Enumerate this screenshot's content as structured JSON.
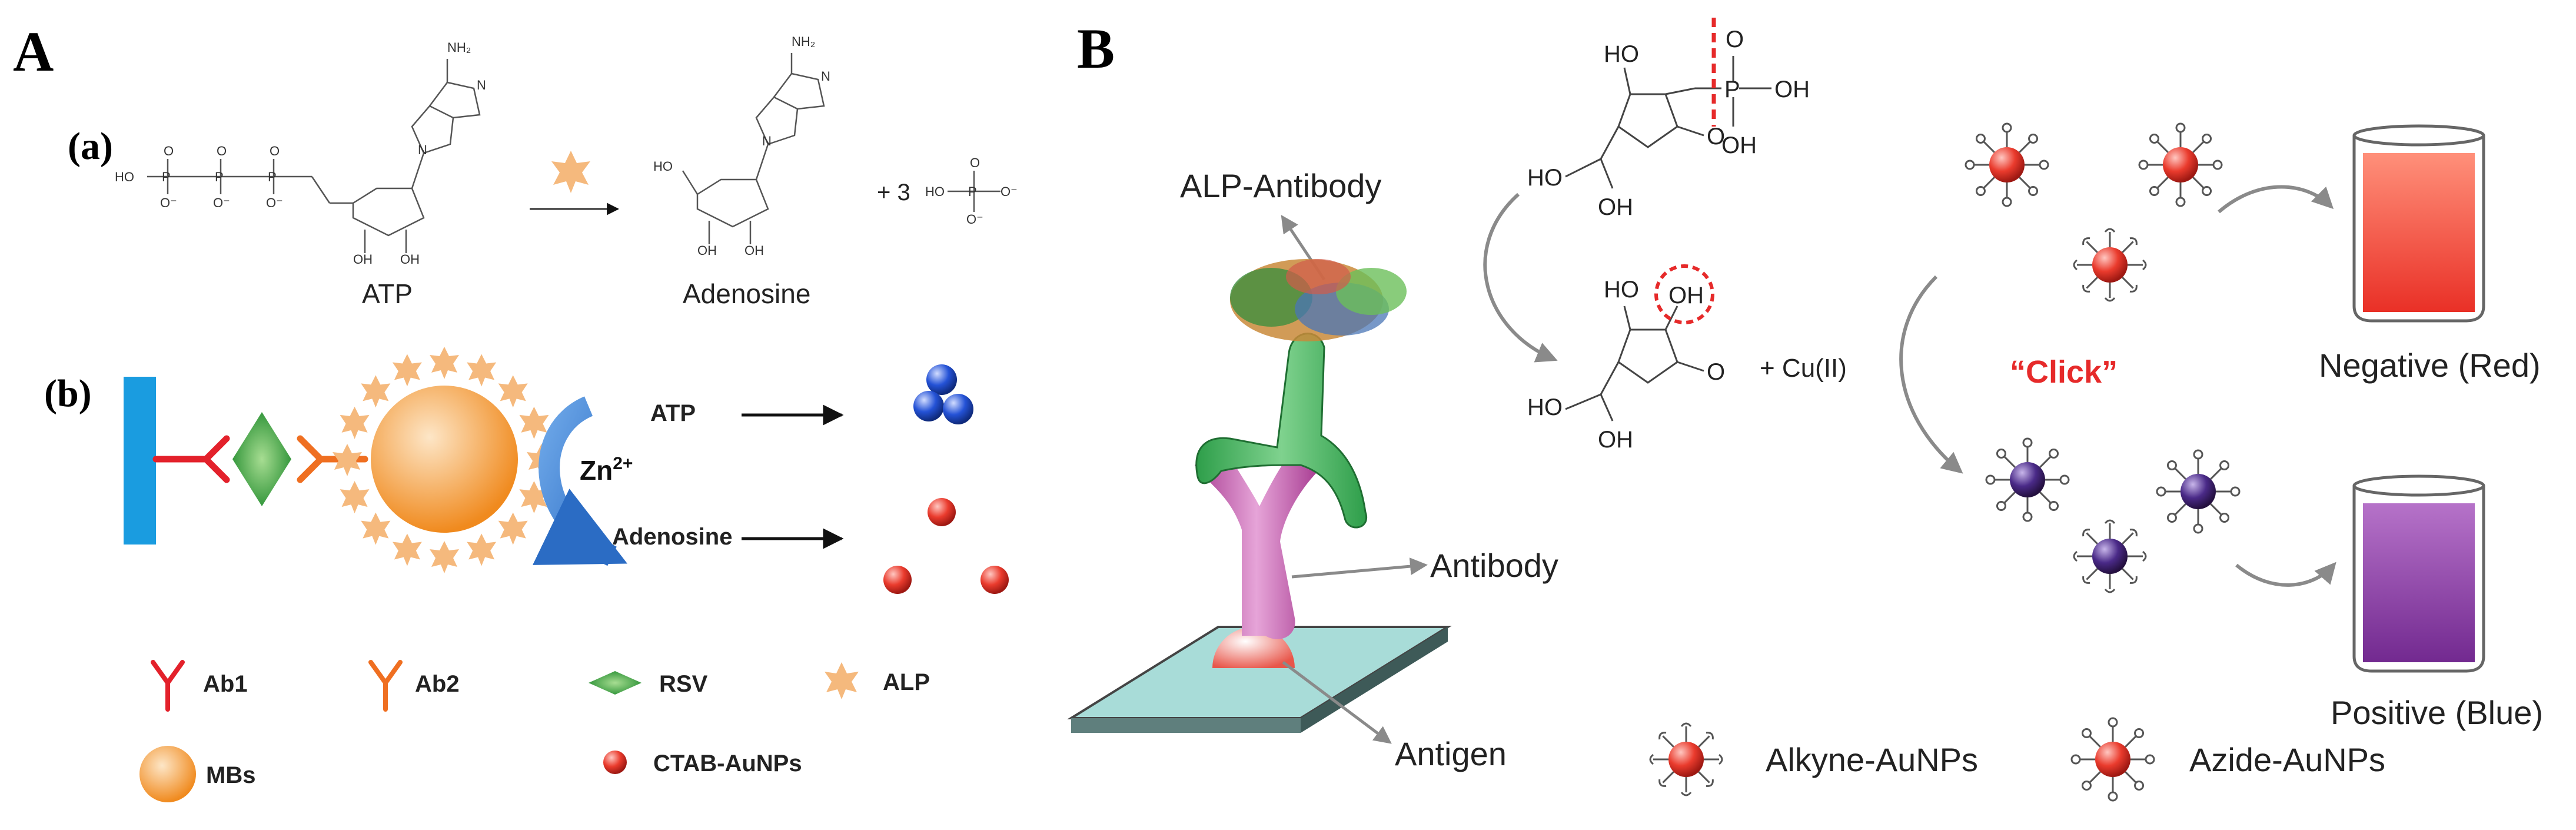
{
  "panel_a": {
    "label": "A",
    "sub_a": {
      "label": "(a)",
      "reactant": "ATP",
      "product": "Adenosine",
      "byproduct_prefix": "+ 3",
      "atom_nh2": "NH₂",
      "atom_ho": "HO",
      "atom_oh": "OH",
      "atom_p": "P",
      "atom_o": "O",
      "atom_o_minus": "O⁻",
      "atom_n": "N"
    },
    "sub_b": {
      "label": "(b)",
      "zn": "Zn",
      "zn_charge": "2+",
      "arrow_top": "ATP",
      "arrow_bottom": "Adenosine"
    },
    "legend": [
      {
        "key": "ab1",
        "label": "Ab1",
        "color": "#e3212b"
      },
      {
        "key": "ab2",
        "label": "Ab2",
        "color": "#ef6f21"
      },
      {
        "key": "rsv",
        "label": "RSV",
        "color": "#3aa83a"
      },
      {
        "key": "alp",
        "label": "ALP",
        "color": "#f5b97d"
      },
      {
        "key": "mbs",
        "label": "MBs",
        "color": "#f6a24c"
      },
      {
        "key": "ctab",
        "label": "CTAB-AuNPs",
        "color": "#e8201f"
      }
    ]
  },
  "panel_b": {
    "label": "B",
    "alp_antibody": "ALP-Antibody",
    "antibody": "Antibody",
    "antigen": "Antigen",
    "cu": "+ Cu(II)",
    "click": "“Click”",
    "negative": "Negative (Red)",
    "positive": "Positive (Blue)",
    "alkyne": "Alkyne-AuNPs",
    "azide": "Azide-AuNPs",
    "atom_ho": "HO",
    "atom_oh": "OH",
    "atom_p": "P",
    "atom_o": "O",
    "colors": {
      "red": "#ea3b2d",
      "blue": "#4a2a88",
      "accent": "#e62a2a"
    }
  }
}
